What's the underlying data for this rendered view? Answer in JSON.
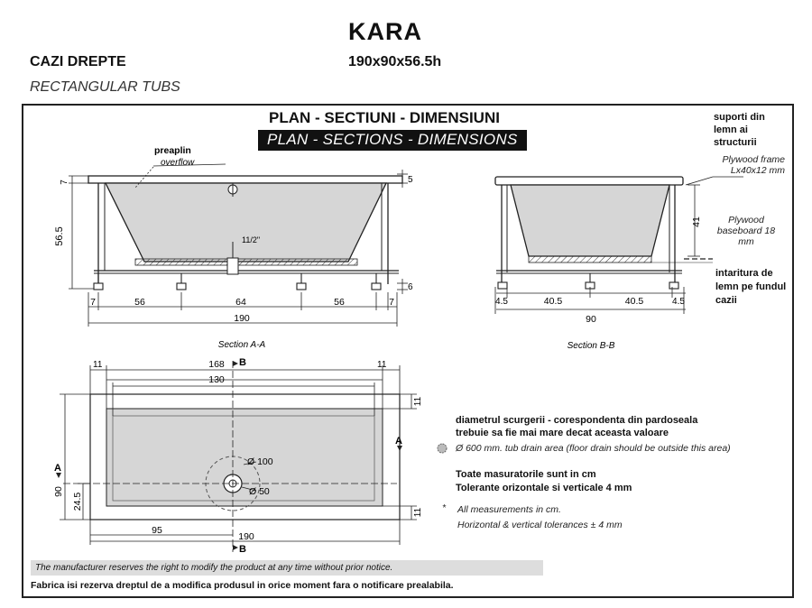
{
  "header": {
    "model": "KARA",
    "size": "190x90x56.5h",
    "category_ro": "CAZI DREPTE",
    "category_en": "RECTANGULAR TUBS"
  },
  "section_title": {
    "ro": "PLAN - SECTIUNI - DIMENSIUNI",
    "en": "PLAN - SECTIONS - DIMENSIONS"
  },
  "section_aa": {
    "caption": "Section A-A",
    "overflow_ro": "preaplin",
    "overflow_en": "overflow",
    "drain": "11/2\"",
    "dims": {
      "rim_left": "7",
      "rim_right": "5",
      "height": "56.5",
      "foot": "6",
      "seg_left_edge": "7",
      "seg1": "56",
      "seg2": "64",
      "seg3": "56",
      "seg_right_edge": "7",
      "total": "190"
    }
  },
  "section_bb": {
    "caption": "Section B-B",
    "dims": {
      "depth": "41",
      "edge_left": "4.5",
      "half_left": "40.5",
      "half_right": "40.5",
      "edge_right": "4.5",
      "total": "90"
    },
    "labels": {
      "frame_ro": "suporti din lemn ai structurii",
      "frame_en": "Plywood frame Lx40x12 mm",
      "baseboard_en": "Plywood baseboard 18 mm",
      "baseboard_ro": "intaritura de lemn pe fundul cazii"
    }
  },
  "plan": {
    "dims": {
      "top_left": "11",
      "length_168": "168",
      "top_right": "11",
      "length_130": "130",
      "right_top": "11",
      "right_bottom": "11",
      "width": "90",
      "drain_offset_y": "24.5",
      "drain_offset_x": "95",
      "total": "190",
      "circle_100": "Ø 100",
      "circle_50": "Ø 50"
    },
    "markers": {
      "b_top": "B",
      "b_bottom": "B",
      "a_left": "A",
      "a_right": "A"
    }
  },
  "notes": {
    "drain_ro_line1": "diametrul scurgerii - corespondenta din pardoseala",
    "drain_ro_line2": "trebuie sa fie mai mare decat aceasta valoare",
    "drain_en": "Ø 600 mm. tub drain area (floor drain should be outside this area)",
    "measure_ro_line1": "Toate masuratorile sunt in cm",
    "measure_ro_line2": "Tolerante orizontale si verticale 4 mm",
    "measure_en_line1": "All measurements in cm.",
    "measure_en_line2": "Horizontal & vertical tolerances ± 4 mm",
    "bullet": "*"
  },
  "disclaimer": {
    "en": "The manufacturer reserves the right to modify the product at any time without prior notice.",
    "ro": "Fabrica isi rezerva dreptul de a modifica produsul in orice moment fara o notificare prealabila."
  }
}
